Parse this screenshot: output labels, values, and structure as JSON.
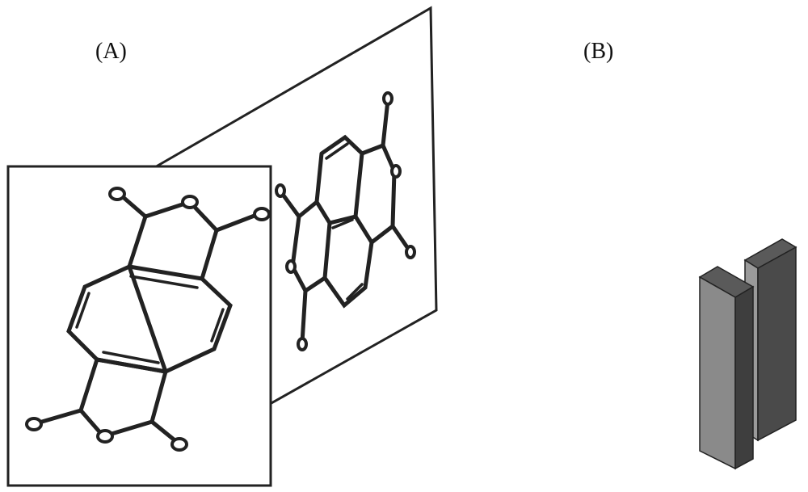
{
  "panels": [
    {
      "id": "A",
      "label": "(A)"
    },
    {
      "id": "B",
      "label": "(B)"
    }
  ],
  "atoms": {
    "oxygen": "O"
  },
  "colors": {
    "stroke": "#222222",
    "block_front": "#8a8a8a",
    "block_side": "#4a4a4a",
    "block_top": "#5a5a5a"
  }
}
